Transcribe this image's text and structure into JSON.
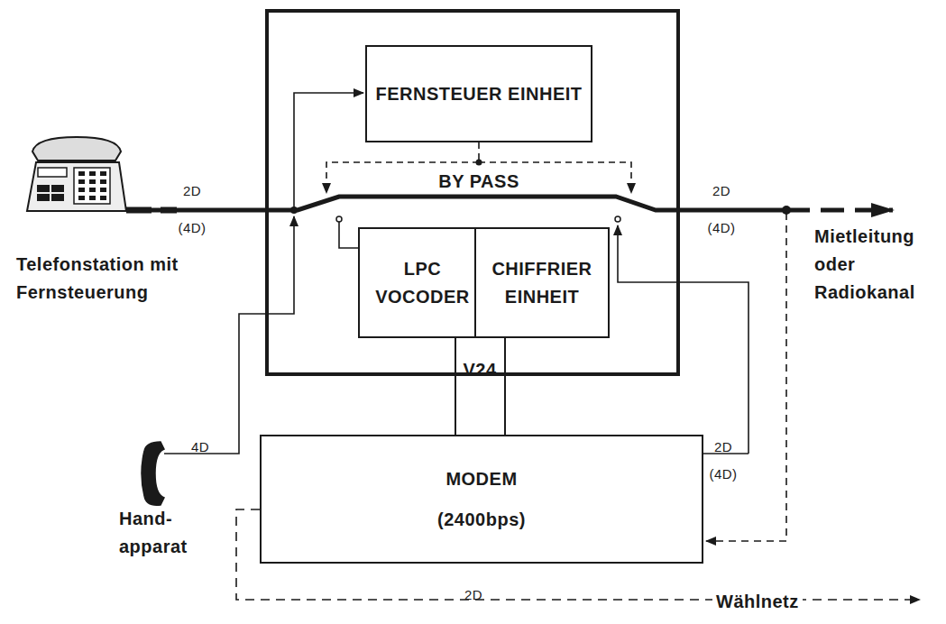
{
  "diagram": {
    "nodes": [
      {
        "text": [
          "FERNSTEUER EINHEIT"
        ]
      },
      {
        "text": [
          "LPC VOCODER"
        ]
      },
      {
        "text": [
          "CHIFFRIER EINHEIT"
        ]
      },
      {
        "text": [
          "MODEM",
          "(2400bps)"
        ]
      }
    ],
    "edges": [
      {
        "from": 1,
        "to": 3,
        "arrow": "none"
      },
      {
        "from": 2,
        "to": 3,
        "arrow": "none"
      }
    ],
    "labels": [
      "BY PASS",
      "V24",
      "2D",
      "(4D)",
      "2D",
      "(4D)",
      "4D",
      "2D",
      "(4D)",
      "2D",
      "Telefonstation mit Fernsteuerung",
      "Mietleitung oder Radiokanal",
      "Hand- apparat",
      "Wählnetz"
    ]
  }
}
